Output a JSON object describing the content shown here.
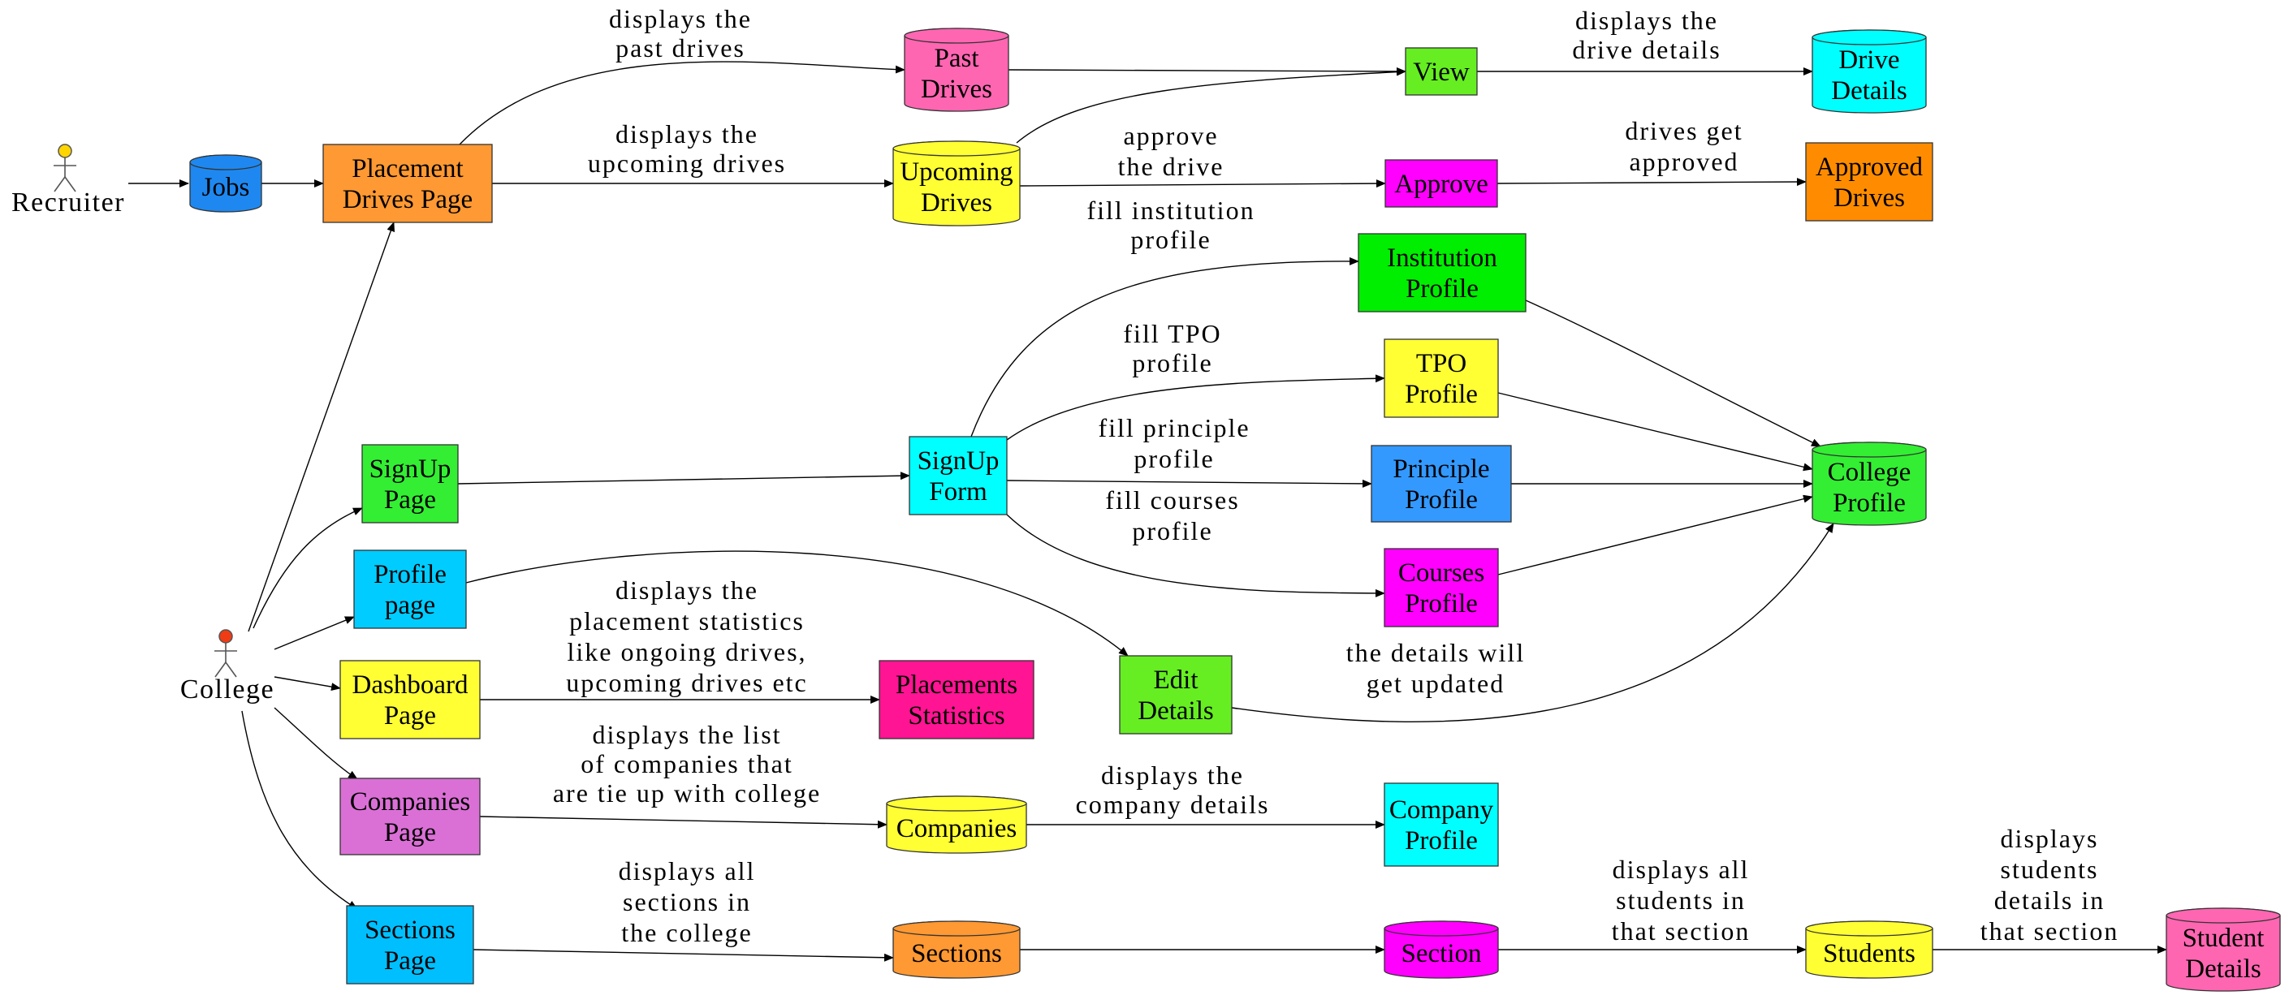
{
  "actors": [
    {
      "id": "recruiter",
      "label": "Recruiter",
      "head_color": "#ffd500"
    },
    {
      "id": "college",
      "label": "College",
      "head_color": "#f03c14"
    }
  ],
  "nodes": [
    {
      "id": "jobs",
      "shape": "cylinder",
      "color": "#1e88f0",
      "lines": [
        "Jobs"
      ]
    },
    {
      "id": "placement_drives_page",
      "shape": "rect",
      "color": "#ff9933",
      "lines": [
        "Placement",
        "Drives Page"
      ]
    },
    {
      "id": "past_drives",
      "shape": "cylinder",
      "color": "#ff66b2",
      "lines": [
        "Past",
        "Drives"
      ]
    },
    {
      "id": "upcoming_drives",
      "shape": "cylinder",
      "color": "#ffff33",
      "lines": [
        "Upcoming",
        "Drives"
      ]
    },
    {
      "id": "view",
      "shape": "rect",
      "color": "#66ee22",
      "lines": [
        "View"
      ]
    },
    {
      "id": "approve",
      "shape": "rect",
      "color": "#ff00ff",
      "lines": [
        "Approve"
      ]
    },
    {
      "id": "drive_details",
      "shape": "cylinder",
      "color": "#00ffff",
      "lines": [
        "Drive",
        "Details"
      ]
    },
    {
      "id": "approved_drives",
      "shape": "rect",
      "color": "#ff8c00",
      "lines": [
        "Approved",
        "Drives"
      ]
    },
    {
      "id": "institution_profile",
      "shape": "rect",
      "color": "#00ee00",
      "lines": [
        "Institution",
        "Profile"
      ]
    },
    {
      "id": "tpo_profile",
      "shape": "rect",
      "color": "#ffff33",
      "lines": [
        "TPO",
        "Profile"
      ]
    },
    {
      "id": "principle_profile",
      "shape": "rect",
      "color": "#3399ff",
      "lines": [
        "Principle",
        "Profile"
      ]
    },
    {
      "id": "courses_profile",
      "shape": "rect",
      "color": "#ff00ff",
      "lines": [
        "Courses",
        "Profile"
      ]
    },
    {
      "id": "college_profile",
      "shape": "cylinder",
      "color": "#33ee33",
      "lines": [
        "College",
        "Profile"
      ]
    },
    {
      "id": "signup_page",
      "shape": "rect",
      "color": "#33ee33",
      "lines": [
        "SignUp",
        "Page"
      ]
    },
    {
      "id": "signup_form",
      "shape": "rect",
      "color": "#00ffff",
      "lines": [
        "SignUp",
        "Form"
      ]
    },
    {
      "id": "profile_page",
      "shape": "rect",
      "color": "#00ccff",
      "lines": [
        "Profile",
        "page"
      ]
    },
    {
      "id": "edit_details",
      "shape": "rect",
      "color": "#66ee22",
      "lines": [
        "Edit",
        "Details"
      ]
    },
    {
      "id": "dashboard_page",
      "shape": "rect",
      "color": "#ffff33",
      "lines": [
        "Dashboard",
        "Page"
      ]
    },
    {
      "id": "placements_statistics",
      "shape": "rect",
      "color": "#ff1493",
      "lines": [
        "Placements",
        "Statistics"
      ]
    },
    {
      "id": "companies_page",
      "shape": "rect",
      "color": "#da70d6",
      "lines": [
        "Companies",
        "Page"
      ]
    },
    {
      "id": "companies",
      "shape": "cylinder",
      "color": "#ffff33",
      "lines": [
        "Companies"
      ]
    },
    {
      "id": "company_profile",
      "shape": "rect",
      "color": "#00ffff",
      "lines": [
        "Company",
        "Profile"
      ]
    },
    {
      "id": "sections_page",
      "shape": "rect",
      "color": "#00bfff",
      "lines": [
        "Sections",
        "Page"
      ]
    },
    {
      "id": "sections",
      "shape": "cylinder",
      "color": "#ff9933",
      "lines": [
        "Sections"
      ]
    },
    {
      "id": "section",
      "shape": "cylinder",
      "color": "#ff00ff",
      "lines": [
        "Section"
      ]
    },
    {
      "id": "students",
      "shape": "cylinder",
      "color": "#ffff33",
      "lines": [
        "Students"
      ]
    },
    {
      "id": "student_details",
      "shape": "cylinder",
      "color": "#ff66b2",
      "lines": [
        "Student",
        "Details"
      ]
    }
  ],
  "edges": [
    {
      "from": "recruiter",
      "to": "jobs",
      "label": []
    },
    {
      "from": "jobs",
      "to": "placement_drives_page",
      "label": []
    },
    {
      "from": "placement_drives_page",
      "to": "past_drives",
      "label": [
        "displays the",
        "past drives"
      ]
    },
    {
      "from": "placement_drives_page",
      "to": "upcoming_drives",
      "label": [
        "displays the",
        "upcoming drives"
      ]
    },
    {
      "from": "past_drives",
      "to": "view",
      "label": []
    },
    {
      "from": "upcoming_drives",
      "to": "view",
      "label": []
    },
    {
      "from": "view",
      "to": "drive_details",
      "label": [
        "displays the",
        "drive details"
      ]
    },
    {
      "from": "upcoming_drives",
      "to": "approve",
      "label": [
        "approve",
        "the drive"
      ]
    },
    {
      "from": "approve",
      "to": "approved_drives",
      "label": [
        "drives get",
        "approved"
      ]
    },
    {
      "from": "college",
      "to": "placement_drives_page",
      "label": []
    },
    {
      "from": "college",
      "to": "signup_page",
      "label": []
    },
    {
      "from": "college",
      "to": "profile_page",
      "label": []
    },
    {
      "from": "college",
      "to": "dashboard_page",
      "label": []
    },
    {
      "from": "college",
      "to": "companies_page",
      "label": []
    },
    {
      "from": "college",
      "to": "sections_page",
      "label": []
    },
    {
      "from": "signup_page",
      "to": "signup_form",
      "label": []
    },
    {
      "from": "signup_form",
      "to": "institution_profile",
      "label": [
        "fill institution",
        "profile"
      ]
    },
    {
      "from": "signup_form",
      "to": "tpo_profile",
      "label": [
        "fill TPO",
        "profile"
      ]
    },
    {
      "from": "signup_form",
      "to": "principle_profile",
      "label": [
        "fill principle",
        "profile"
      ]
    },
    {
      "from": "signup_form",
      "to": "courses_profile",
      "label": [
        "fill courses",
        "profile"
      ]
    },
    {
      "from": "institution_profile",
      "to": "college_profile",
      "label": []
    },
    {
      "from": "tpo_profile",
      "to": "college_profile",
      "label": []
    },
    {
      "from": "principle_profile",
      "to": "college_profile",
      "label": []
    },
    {
      "from": "courses_profile",
      "to": "college_profile",
      "label": []
    },
    {
      "from": "profile_page",
      "to": "edit_details",
      "label": []
    },
    {
      "from": "edit_details",
      "to": "college_profile",
      "label": [
        "the details will",
        "get updated"
      ]
    },
    {
      "from": "dashboard_page",
      "to": "placements_statistics",
      "label": [
        "displays the",
        "placement statistics",
        "like ongoing drives,",
        "upcoming drives etc"
      ]
    },
    {
      "from": "companies_page",
      "to": "companies",
      "label": [
        "displays the list",
        "of companies that",
        "are tie up with college"
      ]
    },
    {
      "from": "companies",
      "to": "company_profile",
      "label": [
        "displays the",
        "company details"
      ]
    },
    {
      "from": "sections_page",
      "to": "sections",
      "label": [
        "displays all",
        "sections in",
        "the college"
      ]
    },
    {
      "from": "sections",
      "to": "section",
      "label": []
    },
    {
      "from": "section",
      "to": "students",
      "label": [
        "displays all",
        "students in",
        "that section"
      ]
    },
    {
      "from": "students",
      "to": "student_details",
      "label": [
        "displays",
        "students",
        "details in",
        "that section"
      ]
    }
  ]
}
